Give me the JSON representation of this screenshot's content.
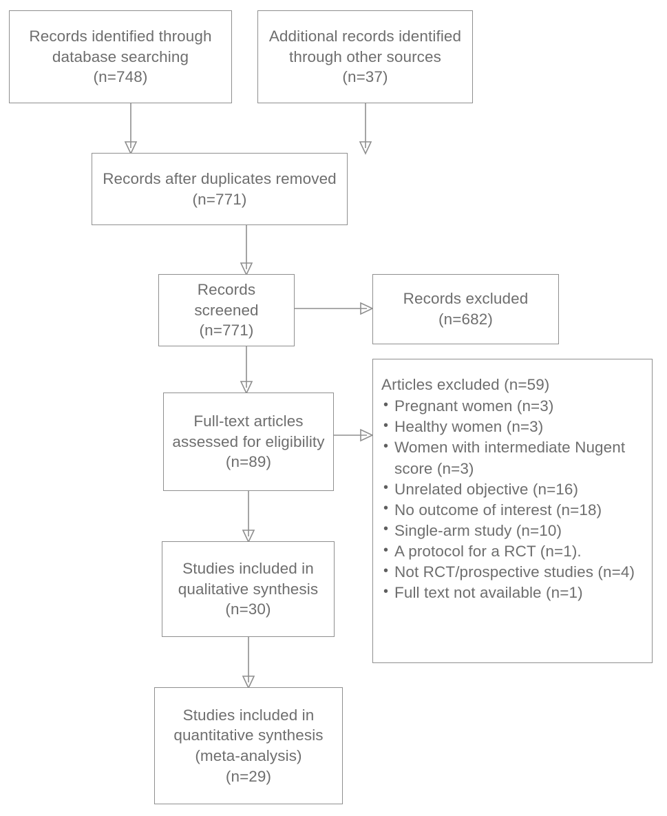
{
  "diagram": {
    "type": "prisma-flow-diagram",
    "title": "PRISMA study selection flow diagram",
    "colors": {
      "box_border": "#8e8e8e",
      "text": "#6e6e6e",
      "arrow": "#8e8e8e",
      "arrowhead": "#1a1a1a",
      "background": "#ffffff"
    }
  },
  "nodes": {
    "identified_database": {
      "label": "Records identified through\ndatabase searching\n(n=748)",
      "n": 748
    },
    "identified_other": {
      "label": "Additional records identified\nthrough other sources\n(n=37)",
      "n": 37
    },
    "after_duplicates": {
      "label": "Records after duplicates removed\n(n=771)",
      "n": 771
    },
    "records_screened": {
      "label": "Records screened\n(n=771)",
      "n": 771
    },
    "records_excluded": {
      "label": "Records excluded\n(n=682)",
      "n": 682
    },
    "full_text_assessed": {
      "label": "Full-text articles\nassessed for eligibility\n(n=89)",
      "n": 89
    },
    "qualitative_synthesis": {
      "label": "Studies included in\nqualitative synthesis\n(n=30)",
      "n": 30
    },
    "quantitative_synthesis": {
      "label": "Studies included in\nquantitative synthesis\n(meta-analysis)\n(n=29)",
      "n": 29
    }
  },
  "articles_excluded": {
    "title": "Articles excluded (n=59)",
    "total": 59,
    "reasons": [
      {
        "text": "Pregnant women (n=3)",
        "n": 3
      },
      {
        "text": "Healthy women (n=3)",
        "n": 3
      },
      {
        "text": "Women with intermediate Nugent score (n=3)",
        "n": 3
      },
      {
        "text": "Unrelated objective (n=16)",
        "n": 16
      },
      {
        "text": "No outcome of interest (n=18)",
        "n": 18
      },
      {
        "text": "Single-arm study (n=10)",
        "n": 10
      },
      {
        "text": "A protocol for a RCT (n=1).",
        "n": 1
      },
      {
        "text": "Not RCT/prospective studies (n=4)",
        "n": 4
      },
      {
        "text": "Full text not available (n=1)",
        "n": 1
      }
    ]
  },
  "edges": [
    {
      "from": "identified_database",
      "to": "after_duplicates",
      "direction": "down"
    },
    {
      "from": "identified_other",
      "to": "after_duplicates",
      "direction": "down"
    },
    {
      "from": "after_duplicates",
      "to": "records_screened",
      "direction": "down"
    },
    {
      "from": "records_screened",
      "to": "records_excluded",
      "direction": "right"
    },
    {
      "from": "records_screened",
      "to": "full_text_assessed",
      "direction": "down"
    },
    {
      "from": "full_text_assessed",
      "to": "articles_excluded",
      "direction": "right"
    },
    {
      "from": "full_text_assessed",
      "to": "qualitative_synthesis",
      "direction": "down"
    },
    {
      "from": "qualitative_synthesis",
      "to": "quantitative_synthesis",
      "direction": "down"
    }
  ]
}
